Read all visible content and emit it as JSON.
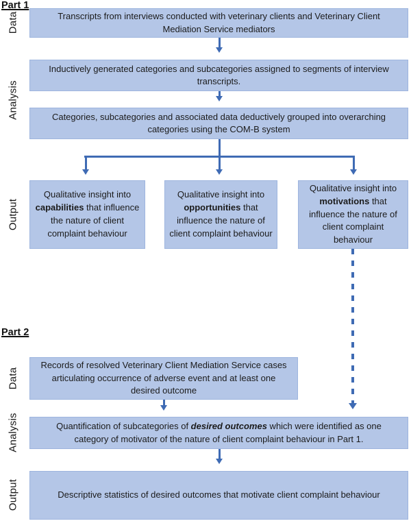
{
  "figure": {
    "type": "two-part methodology flow diagram",
    "colors": {
      "box_fill": "#b4c6e7",
      "box_border": "#9db4de",
      "arrow_blue": "#3f6bb4",
      "text": "#1b1b1b"
    }
  },
  "part1": {
    "label": "Part 1",
    "row_labels": {
      "data": "Data",
      "analysis": "Analysis",
      "output": "Output"
    },
    "boxes": {
      "data": "Transcripts from interviews conducted with veterinary clients and Veterinary Client Mediation Service mediators",
      "analysis_1": "Inductively generated categories and subcategories assigned to segments of interview transcripts.",
      "analysis_2": "Categories, subcategories and associated data deductively grouped into overarching categories using the COM-B system"
    },
    "outputs": [
      {
        "prefix": "Qualitative insight into ",
        "keyword": "capabilities",
        "suffix": " that influence the nature of client complaint behaviour"
      },
      {
        "prefix": "Qualitative insight into ",
        "keyword": "opportunities",
        "suffix": " that influence the nature of client complaint behaviour"
      },
      {
        "prefix": "Qualitative insight into ",
        "keyword": "motivations",
        "suffix": " that influence the nature of client complaint behaviour"
      }
    ]
  },
  "part2": {
    "label": "Part 2",
    "row_labels": {
      "data": "Data",
      "analysis": "Analysis",
      "output": "Output"
    },
    "boxes": {
      "data": "Records of resolved Veterinary Client Mediation Service cases articulating occurrence of adverse event and at least one desired outcome",
      "analysis_prefix": "Quantification of subcategories of ",
      "analysis_keyword": "desired outcomes",
      "analysis_suffix": " which were identified as one category of motivator of the nature of client complaint behaviour in Part 1.",
      "output": "Descriptive statistics of desired outcomes that motivate client complaint behaviour"
    }
  }
}
